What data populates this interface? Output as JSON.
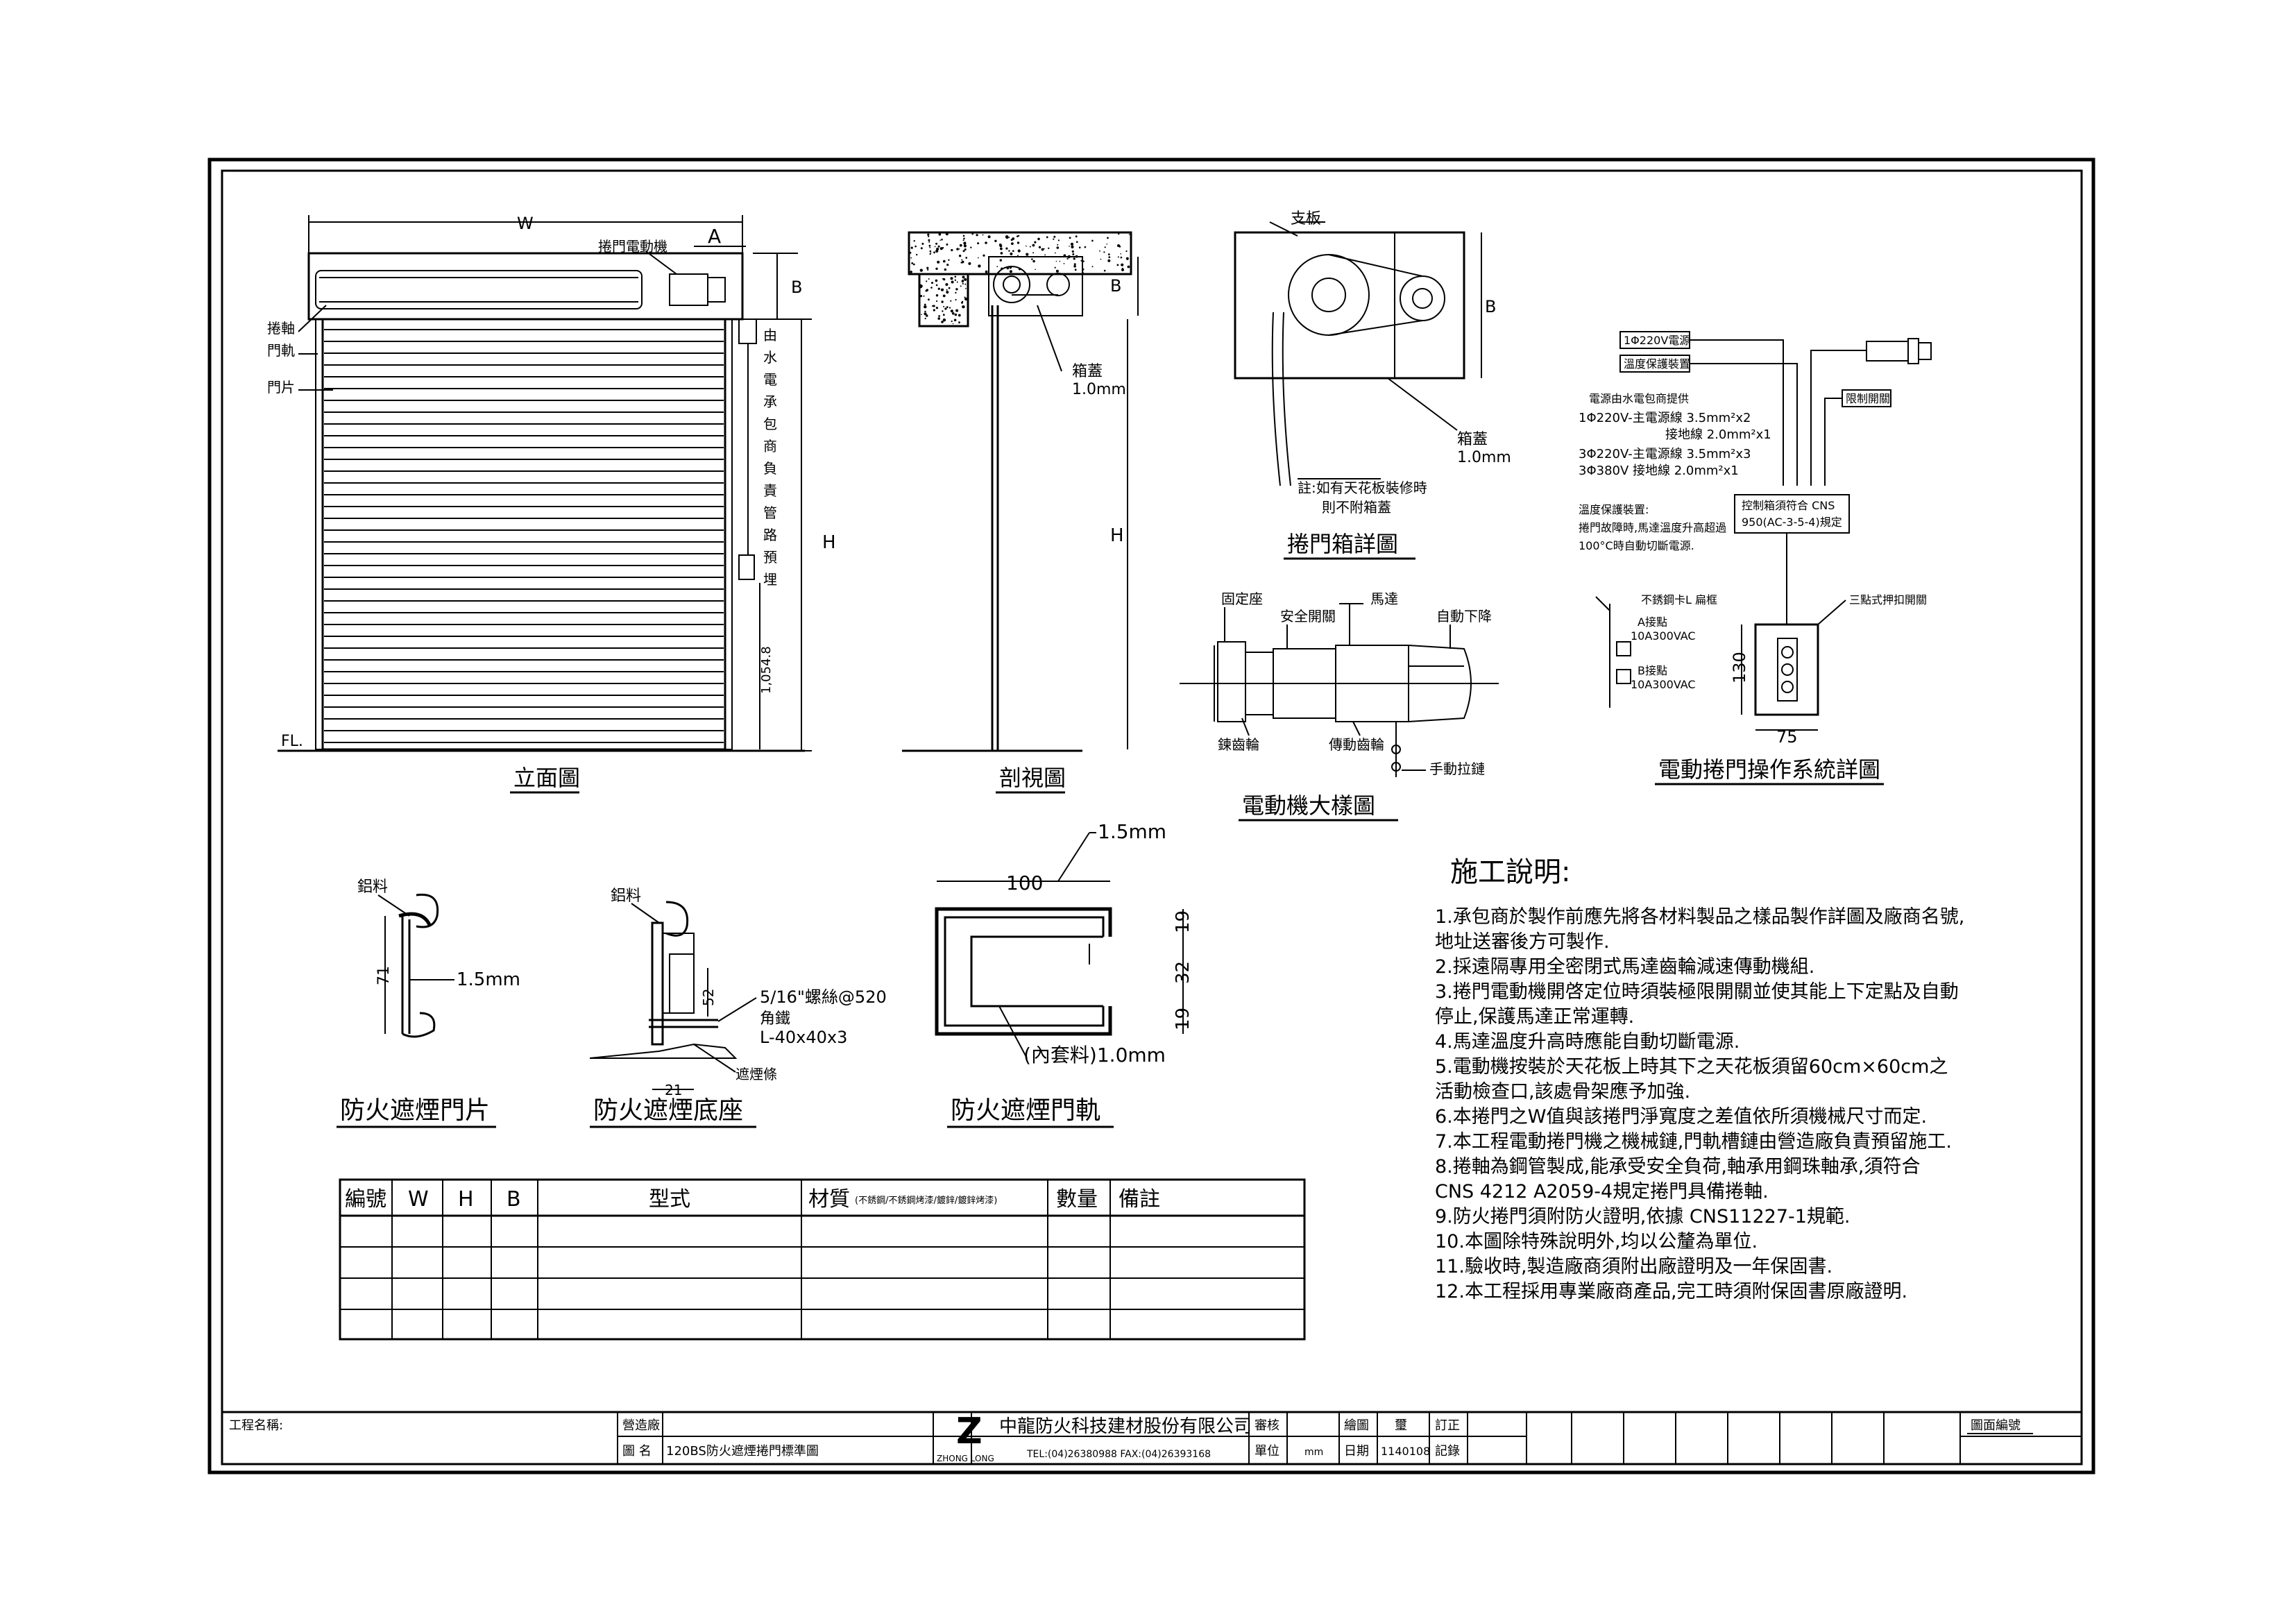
{
  "elevation": {
    "title": "立面圖",
    "label_W": "W",
    "label_A": "A",
    "label_B": "B",
    "label_H": "H",
    "label_motor": "捲門電動機",
    "label_shaft": "捲軸",
    "label_rail": "門軌",
    "label_slat": "門片",
    "label_FL": "FL.",
    "label_height": "1,054.8",
    "label_vertical_note": "由水電承包商負責管路預埋"
  },
  "section": {
    "title": "剖視圖",
    "label_B": "B",
    "label_H": "H",
    "label_box": "箱蓋",
    "label_box_thk": "1.0mm"
  },
  "box_detail": {
    "title": "捲門箱詳圖",
    "label_plate": "支板",
    "label_B": "B",
    "label_box": "箱蓋",
    "label_box_thk": "1.0mm",
    "note1": "註:如有天花板裝修時",
    "note2": "則不附箱蓋"
  },
  "motor_detail": {
    "title": "電動機大樣圖",
    "label_fixed": "固定座",
    "label_safety": "安全開關",
    "label_motor": "馬達",
    "label_auto": "自動下降",
    "label_sprocket": "鍊齒輪",
    "label_gear": "傳動齒輪",
    "label_chain": "手動拉鏈"
  },
  "operation_detail": {
    "title": "電動捲門操作系統詳圖",
    "box_power": "1Φ220V電源",
    "box_temp": "溫度保護裝置",
    "box_limit": "限制開關",
    "spec_head": "電源由水電包商提供",
    "spec1": "1Φ220V-主電源線 3.5mm²x2",
    "spec2": "接地線 2.0mm²x1",
    "spec3": "3Φ220V-主電源線 3.5mm²x3",
    "spec4": "3Φ380V  接地線 2.0mm²x1",
    "temp_head": "溫度保護裝置:",
    "temp1": "捲門故障時,馬達溫度升高超過",
    "temp2": "100°C時自動切斷電源.",
    "cns_box1": "控制箱須符合 CNS",
    "cns_box2": "950(AC-3-5-4)規定",
    "label_switch": "不銹鋼卡L 扁框",
    "label_a": "A接點",
    "label_a_spec": "10A300VAC",
    "label_b": "B接點",
    "label_b_spec": "10A300VAC",
    "label_push": "三點式押扣開關",
    "dim_130": "130",
    "dim_75": "75"
  },
  "slat_detail": {
    "title": "防火遮煙門片",
    "label_material": "鋁料",
    "dim_71": "71",
    "dim_thk": "1.5mm"
  },
  "base_detail": {
    "title": "防火遮煙底座",
    "label_material": "鋁料",
    "dim_52": "52",
    "dim_21": "21",
    "bolt": "5/16\"螺絲@520",
    "angle1": "角鐵",
    "angle2": "L-40x40x3",
    "seal": "遮煙條"
  },
  "rail_detail": {
    "title": "防火遮煙門軌",
    "dim_100": "100",
    "dim_thk": "1.5mm",
    "dim_19a": "19",
    "dim_32": "32",
    "dim_19b": "19",
    "inner": "(內套料)1.0mm"
  },
  "notes": {
    "heading": "施工說明:",
    "items": [
      "1.承包商於製作前應先將各材料製品之樣品製作詳圖及廠商名號,",
      "   地址送審後方可製作.",
      "2.採遠隔專用全密閉式馬達齒輪減速傳動機組.",
      "3.捲門電動機開啓定位時須裝極限開關並使其能上下定點及自動",
      "   停止,保護馬達正常運轉.",
      "4.馬達溫度升高時應能自動切斷電源.",
      "5.電動機按裝於天花板上時其下之天花板須留60cm×60cm之",
      "   活動檢查口,該處骨架應予加強.",
      "6.本捲門之W值與該捲門淨寬度之差值依所須機械尺寸而定.",
      "7.本工程電動捲門機之機械鏈,門軌槽鏈由營造廠負責預留施工.",
      "8.捲軸為鋼管製成,能承受安全負荷,軸承用鋼珠軸承,須符合",
      "   CNS 4212  A2059-4規定捲門具備捲軸.",
      "9.防火捲門須附防火證明,依據 CNS11227-1規範.",
      "10.本圖除特殊說明外,均以公釐為單位.",
      "11.驗收時,製造廠商須附出廠證明及一年保固書.",
      "12.本工程採用專業廠商產品,完工時須附保固書原廠證明."
    ]
  },
  "schedule": {
    "headers": [
      "編號",
      "W",
      "H",
      "B",
      "型式",
      "材質",
      "數量",
      "備註"
    ],
    "material_note": "(不銹鋼/不銹鋼烤漆/鍍鋅/鍍鋅烤漆)"
  },
  "titleblock": {
    "project_label": "工程名稱:",
    "builder_label": "營造廠",
    "drawing_label": "圖 名",
    "drawing_name": "120BS防火遮煙捲門標準圖",
    "logo_letter": "Z",
    "logo_text": "ZHONG LONG",
    "company": "中龍防火科技建材股份有限公司",
    "contact": "TEL:(04)26380988  FAX:(04)26393168",
    "review_label": "審核",
    "unit_label": "單位",
    "unit_value": "mm",
    "draw_label": "繪圖",
    "draw_value": "璽",
    "date_label": "日期",
    "date_value": "1140108",
    "revise_label1": "訂正",
    "revise_label2": "記錄",
    "sheet_label": "圖面編號"
  }
}
